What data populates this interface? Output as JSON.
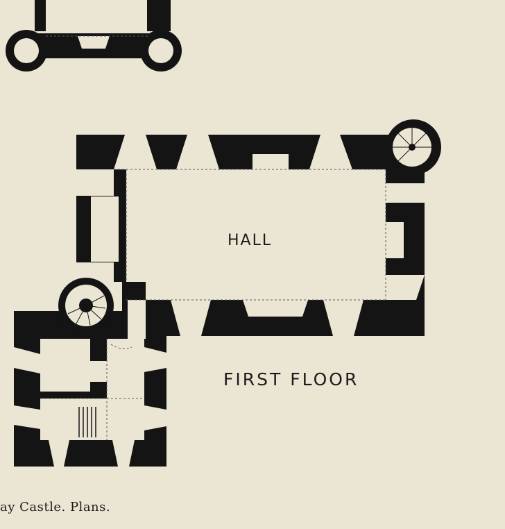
{
  "plan": {
    "hall_label": "HALL",
    "floor_label": "FIRST FLOOR"
  },
  "caption": "ay Castle.   Plans.",
  "colors": {
    "paper": "#ebe6d3",
    "ink": "#141414",
    "light_ink": "#5a5a5a"
  }
}
